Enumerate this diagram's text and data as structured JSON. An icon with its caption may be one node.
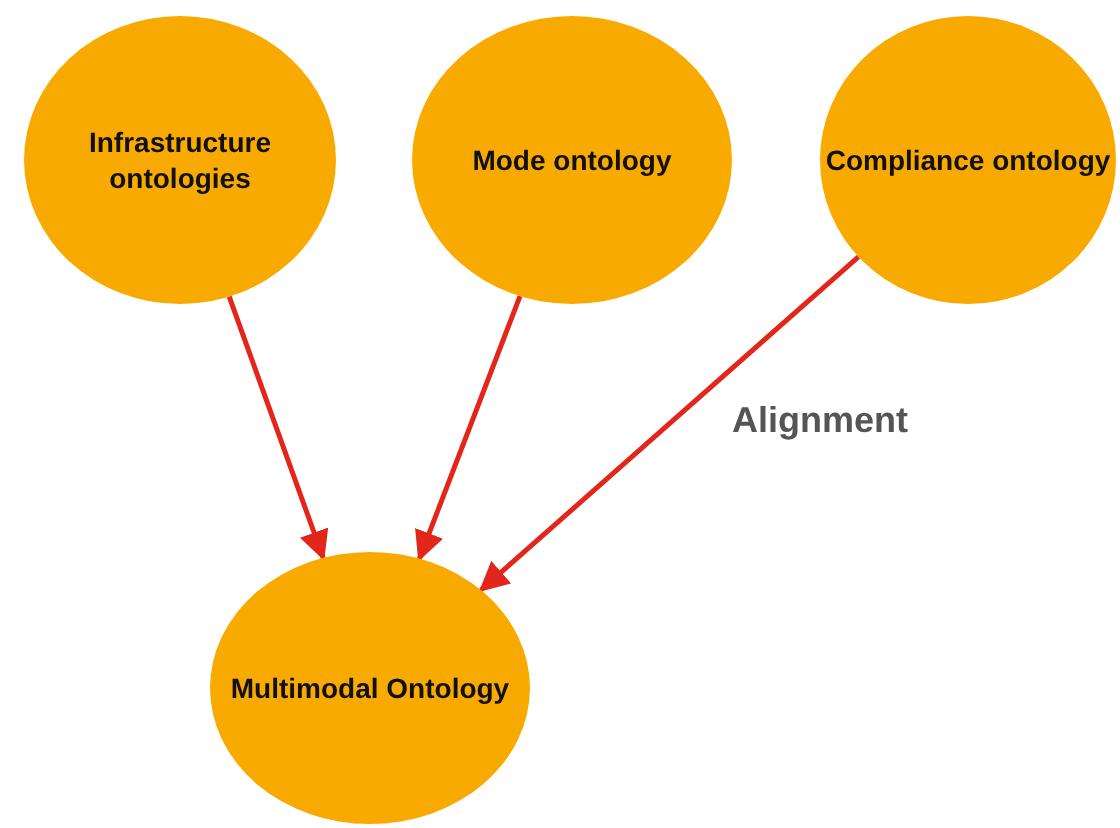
{
  "diagram": {
    "nodes": [
      {
        "text": [
          "Infrastructure ontologies"
        ]
      },
      {
        "text": [
          "Mode ontology"
        ]
      },
      {
        "text": [
          "Compliance ontology"
        ]
      },
      {
        "text": [
          "Multimodal Ontology"
        ]
      }
    ],
    "edges": [
      {
        "from": 0,
        "to": 3,
        "arrow": "to"
      },
      {
        "from": 1,
        "to": 3,
        "arrow": "to"
      },
      {
        "from": 2,
        "to": 3,
        "arrow": "to"
      }
    ],
    "labels": [
      "Alignment"
    ]
  }
}
